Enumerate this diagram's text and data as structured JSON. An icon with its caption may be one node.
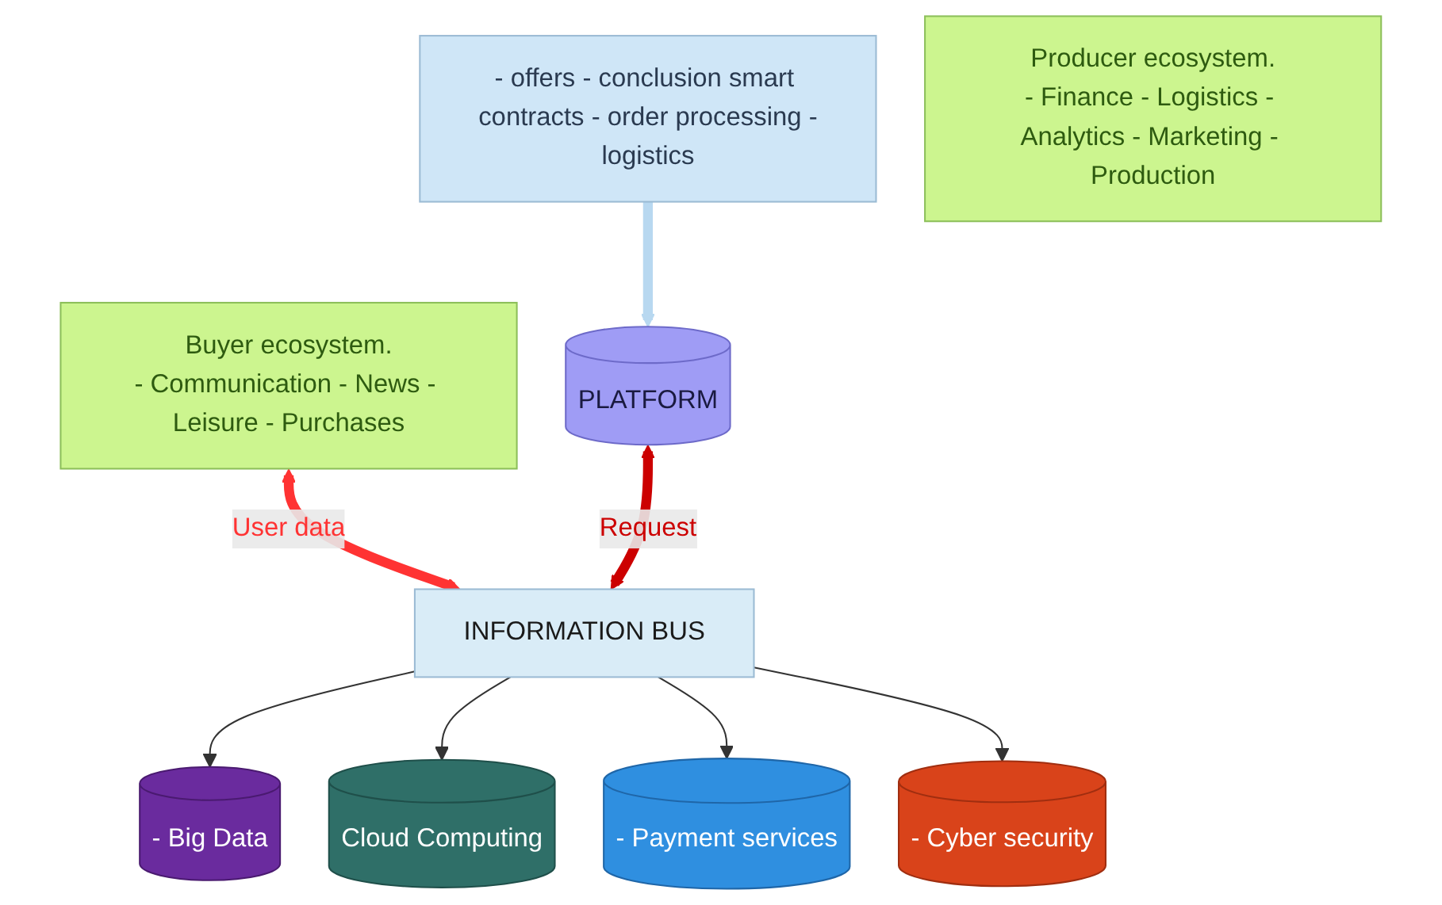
{
  "diagram": {
    "nodes": [
      {
        "text": [
          "Buyer ecosystem.",
          "- Communication - News - Leisure - Purchases"
        ]
      },
      {
        "text": [
          "PLATFORM"
        ]
      },
      {
        "text": [
          "- offers - conclusion smart contracts - order processing -logistics"
        ]
      },
      {
        "text": [
          "Producer ecosystem.",
          "- Finance - Logistics - Analytics - Marketing - Production"
        ]
      },
      {
        "text": [
          "INFORMATION BUS"
        ]
      },
      {
        "text": [
          "- Big Data"
        ]
      },
      {
        "text": [
          "Cloud Computing"
        ]
      },
      {
        "text": [
          "- Payment services"
        ]
      },
      {
        "text": [
          "- Cyber security"
        ]
      }
    ],
    "edges": [
      {
        "from": 0,
        "to": 4,
        "arrow": "both",
        "label": "User data",
        "style": "thick",
        "color": "#ff3333"
      },
      {
        "from": 1,
        "to": 4,
        "arrow": "both",
        "label": "Request",
        "style": "thick",
        "color": "#cc0000"
      },
      {
        "from": 2,
        "to": 1,
        "arrow": "to",
        "style": "thick",
        "color": "#b8d8f0"
      },
      {
        "from": 4,
        "to": 5,
        "arrow": "to"
      },
      {
        "from": 4,
        "to": 6,
        "arrow": "to"
      },
      {
        "from": 4,
        "to": 7,
        "arrow": "to"
      },
      {
        "from": 4,
        "to": 8,
        "arrow": "to"
      }
    ]
  }
}
